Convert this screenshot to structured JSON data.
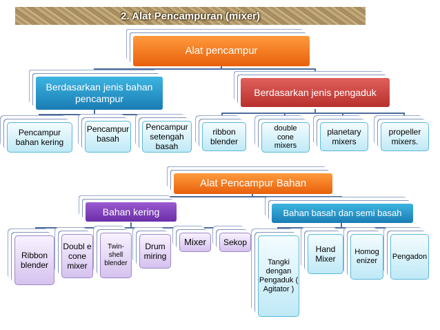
{
  "title": "2. Alat  Pencampuran (mixer)",
  "top_tree": {
    "root": "Alat pencampur",
    "left_branch": "Berdasarkan jenis bahan pencampur",
    "right_branch": "Berdasarkan jenis pengaduk",
    "left_children": [
      "Pencampur bahan kering",
      "Pencampur basah",
      "Pencampur setengah basah"
    ],
    "right_children": [
      "ribbon blender",
      "double cone mixers",
      "planetary mixers",
      "propeller mixers."
    ]
  },
  "bottom_tree": {
    "root": "Alat Pencampur Bahan",
    "left_branch": "Bahan kering",
    "right_branch": "Bahan basah dan semi basah",
    "left_children": [
      "Ribbon blender",
      "Doubl e cone mixer",
      "Twin-shell blender",
      "Drum miring",
      "Mixer",
      "Sekop"
    ],
    "right_children": [
      "Tangki dengan Pengaduk ( Agitator )",
      "Hand Mixer",
      "Homog enizer",
      "Pengadon"
    ]
  },
  "colors": {
    "root": "#f47920",
    "left_branch_top": "#2a9fd0",
    "right_branch_top": "#c0392b",
    "left_branch_bottom": "#7b3fb5",
    "right_branch_bottom": "#1f8fc8",
    "cyan_leaf": "#c8ecf8",
    "purple_leaf": "#ddd0f0"
  }
}
